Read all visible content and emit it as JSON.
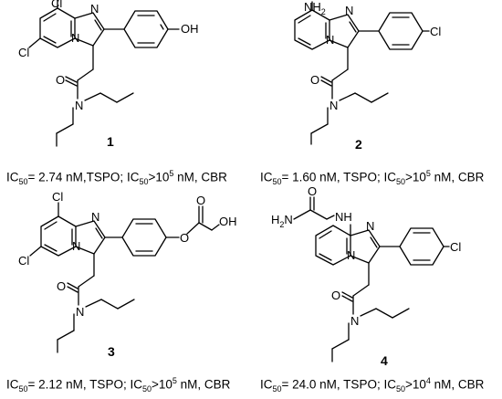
{
  "compounds": [
    {
      "number": "1",
      "atoms": {
        "cl_top": "Cl",
        "cl_left": "Cl",
        "n_ring": "N",
        "n_bridge": "N",
        "oh": "OH",
        "o_amide": "O",
        "n_amide": "N"
      },
      "caption": {
        "ic_prefix": "IC",
        "sub": "50",
        "p1": "= 2.74 nM,TSPO; IC",
        "sub2": "50",
        "p2": ">10",
        "sup": "5",
        "p3": " nM, CBR"
      }
    },
    {
      "number": "2",
      "atoms": {
        "nh2": "NH",
        "nh2_sub": "2",
        "n_ring": "N",
        "n_bridge": "N",
        "cl_para": "Cl",
        "o_amide": "O",
        "n_amide": "N"
      },
      "caption": {
        "ic_prefix": "IC",
        "sub": "50",
        "p1": "= 1.60 nM, TSPO; IC",
        "sub2": "50",
        "p2": ">10",
        "sup": "5",
        "p3": " nM, CBR"
      }
    },
    {
      "number": "3",
      "atoms": {
        "cl_top": "Cl",
        "cl_left": "Cl",
        "n_ring": "N",
        "n_bridge": "N",
        "o_ether": "O",
        "o_acid": "O",
        "oh": "OH",
        "o_amide": "O",
        "n_amide": "N"
      },
      "caption": {
        "ic_prefix": "IC",
        "sub": "50",
        "p1": "= 2.12 nM, TSPO; IC",
        "sub2": "50",
        "p2": ">10",
        "sup": "5",
        "p3": " nM, CBR"
      }
    },
    {
      "number": "4",
      "atoms": {
        "h2n": "H",
        "h2n_sub": "2",
        "h2n_n": "N",
        "o_gly": "O",
        "nh": "NH",
        "n_ring": "N",
        "n_bridge": "N",
        "cl_para": "Cl",
        "o_amide": "O",
        "n_amide": "N"
      },
      "caption": {
        "ic_prefix": "IC",
        "sub": "50",
        "p1": "= 24.0 nM, TSPO; IC",
        "sub2": "50",
        "p2": ">10",
        "sup": "4",
        "p3": " nM, CBR"
      }
    }
  ]
}
